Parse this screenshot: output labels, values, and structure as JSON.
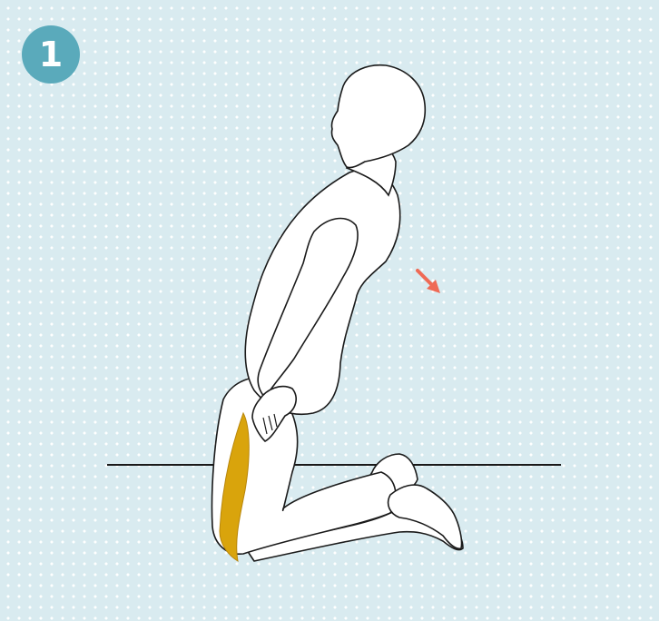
{
  "step": {
    "number": "1"
  },
  "colors": {
    "background": "#d9ebf0",
    "dots": "#ffffff",
    "badge": "#5aaabb",
    "outline": "#1a1a1a",
    "body_fill": "#ffffff",
    "highlight_muscle": "#d9a40c",
    "direction_arrow": "#ef6a55"
  },
  "illustration": {
    "subject": "kneeling-figure-leaning-back",
    "highlighted_muscle": "quadriceps",
    "arrow_icon": "arrow-down-right-icon"
  }
}
